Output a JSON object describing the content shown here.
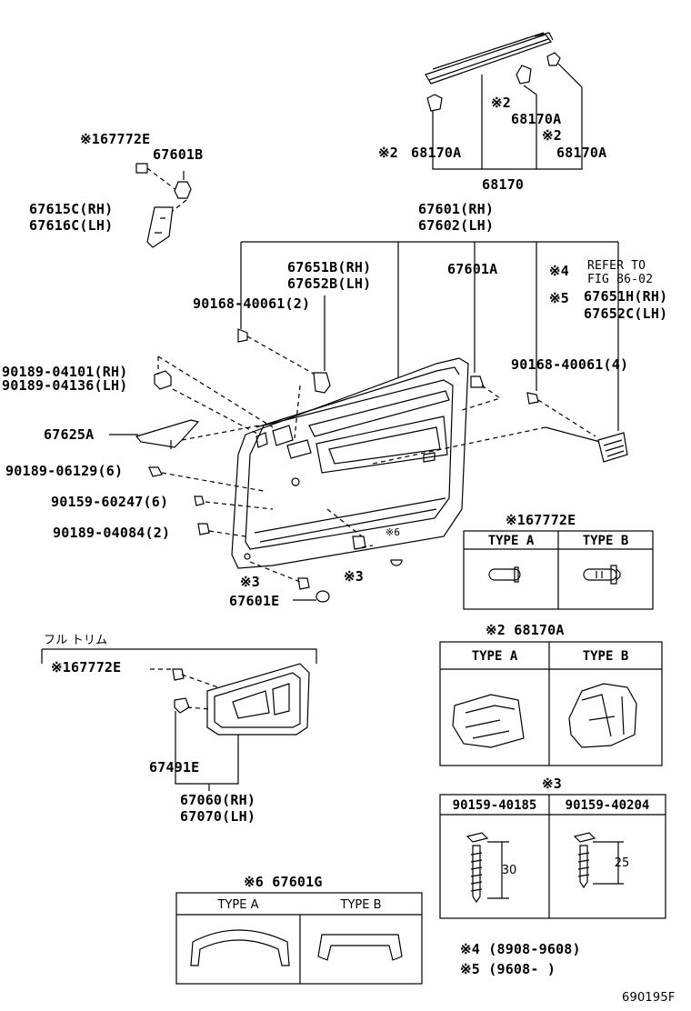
{
  "labels": {
    "p167772e_top": "※167772E",
    "p67601b": "67601B",
    "p67615c": "67615C(RH)",
    "p67616c": "67616C(LH)",
    "p2_top": "※2",
    "p68170a_a": "68170A",
    "p2_right": "※2",
    "p68170a_b": "68170A",
    "p2_left": "※2",
    "p68170a_c": "68170A",
    "p68170": "68170",
    "p67601": "67601(RH)",
    "p67602": "67602(LH)",
    "p67651b": "67651B(RH)",
    "p67652b": "67652B(LH)",
    "p67601a": "67601A",
    "p4": "※4",
    "refer_to": "REFER TO",
    "fig": "FIG 86-02",
    "p5": "※5",
    "p67651h": "67651H(RH)",
    "p67652c": "67652C(LH)",
    "p90168_a": "90168-40061(2)",
    "p90168_b": "90168-40061(4)",
    "p90189_04101": "90189-04101(RH)",
    "p90189_04136": "90189-04136(LH)",
    "p67625a": "67625A",
    "p90189_06129": "90189-06129(6)",
    "p90159_60247": "90159-60247(6)",
    "p90189_04084": "90189-04084(2)",
    "p6_small": "※6",
    "p3_a": "※3",
    "p3_b": "※3",
    "p67601e": "67601E",
    "full_trim": "フル トリム",
    "p167772e_low": "※167772E",
    "p67491e": "67491E",
    "p67060": "67060(RH)",
    "p67070": "67070(LH)",
    "p67601g": "※6 67601G",
    "box1_title": "※167772E",
    "box2_title": "※2 68170A",
    "box3_title": "※3",
    "type_a": "TYPE A",
    "type_b": "TYPE B",
    "p90159_40185": "90159-40185",
    "p90159_40204": "90159-40204",
    "dim30": "30",
    "dim25": "25",
    "note4": "※4 (8908-9608)",
    "note5": "※5 (9608-      )",
    "figure_code": "690195F"
  }
}
